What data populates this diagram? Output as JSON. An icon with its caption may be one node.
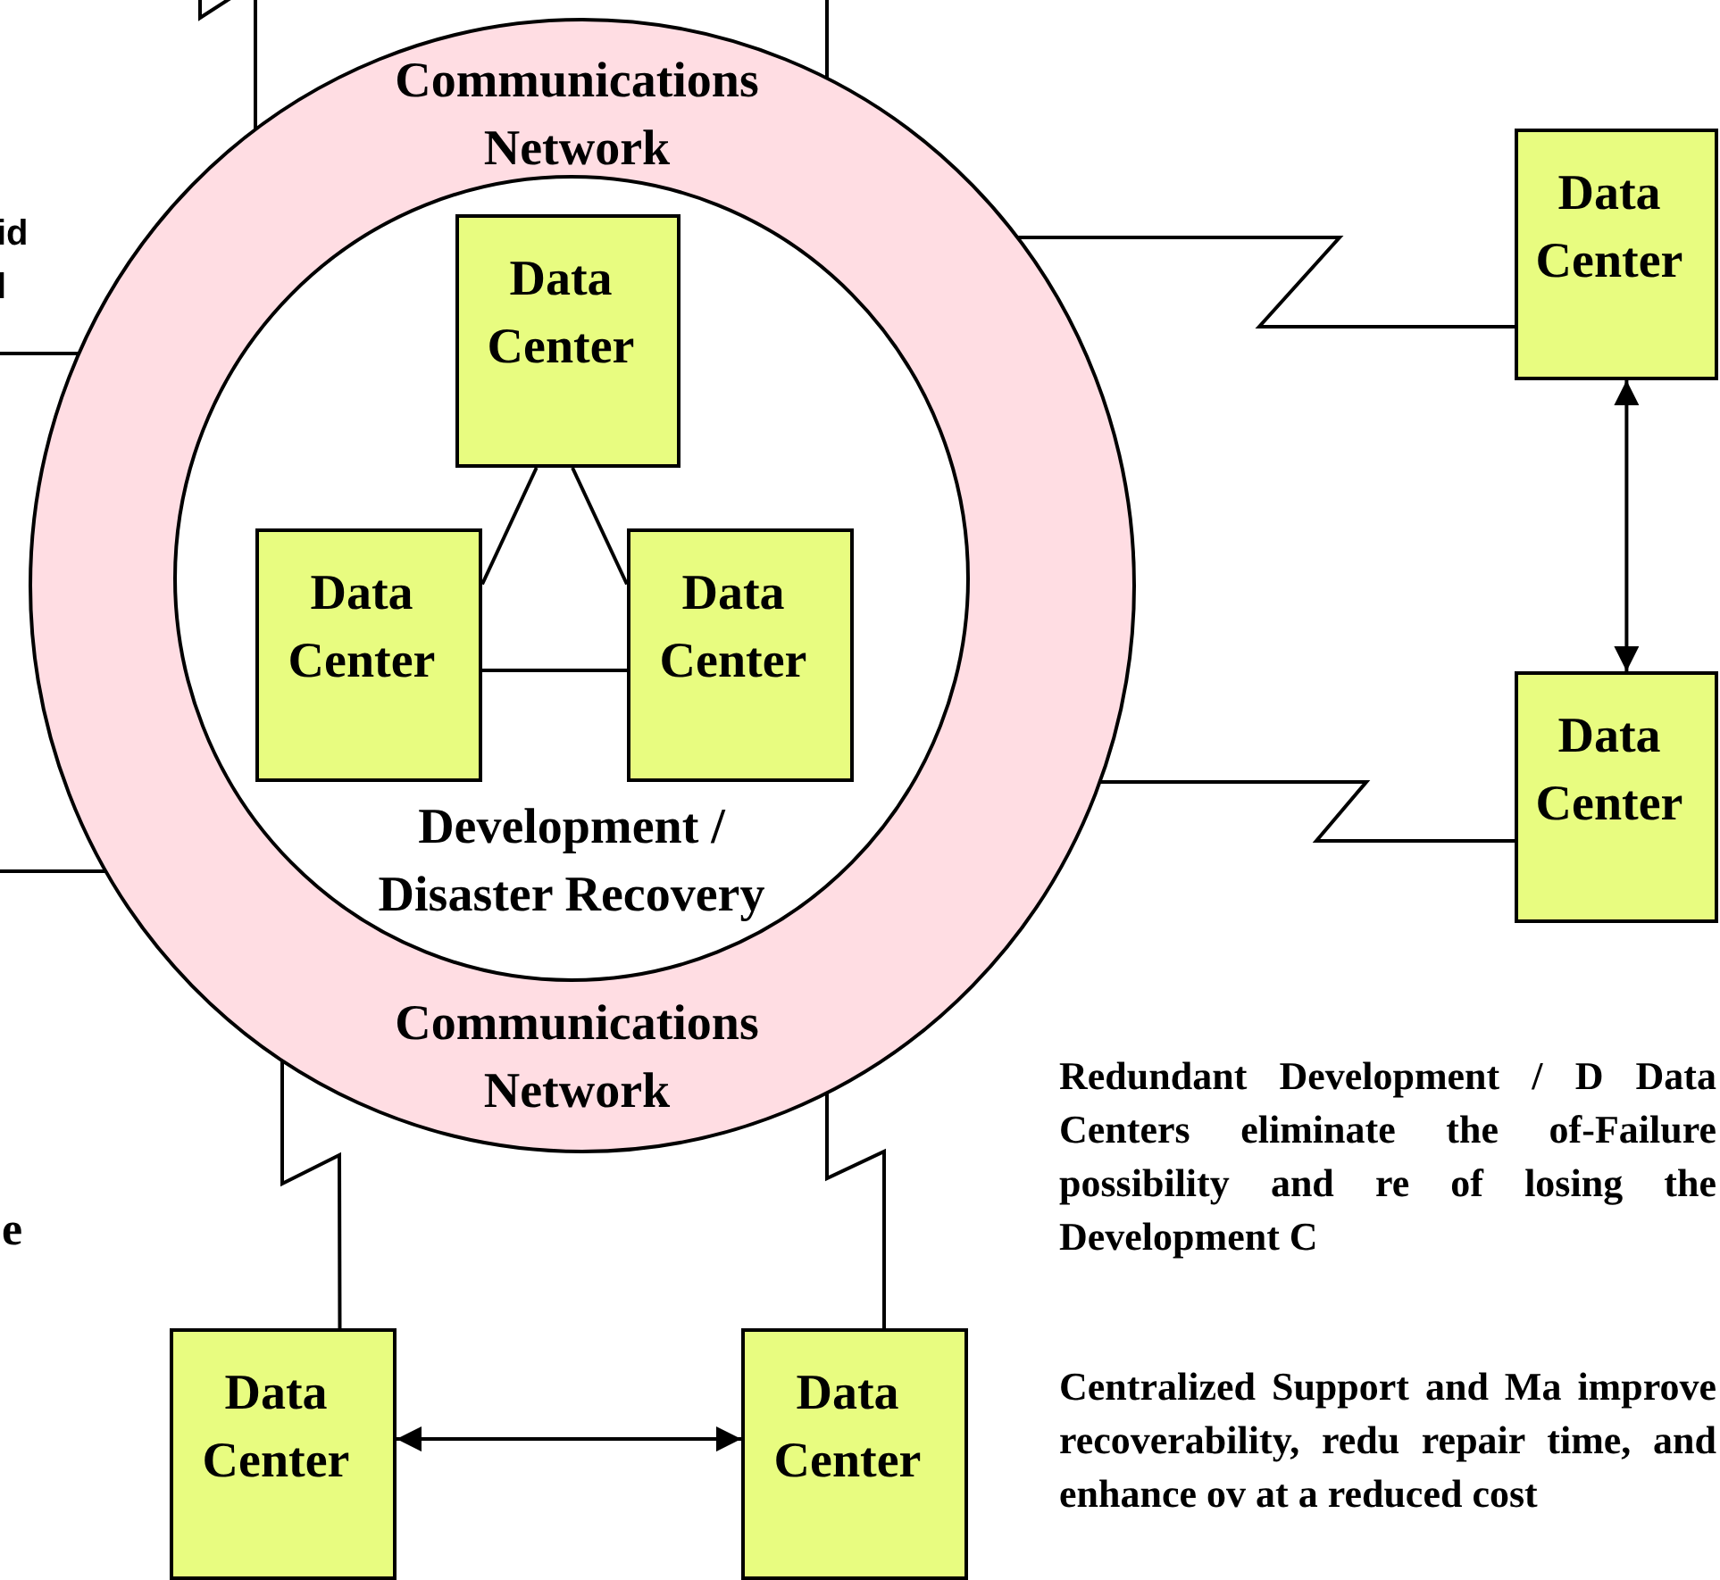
{
  "diagram": {
    "nodes": [
      {
        "text": [
          "Communications Network",
          "Communications Network"
        ]
      },
      {
        "text": [
          "Development / Disaster Recovery"
        ],
        "in": 0
      },
      {
        "text": [
          "Data Center"
        ],
        "in": 1
      },
      {
        "text": [
          "Data Center"
        ],
        "in": 1
      },
      {
        "text": [
          "Data Center"
        ],
        "in": 1
      },
      {
        "text": [
          "Data Center"
        ]
      },
      {
        "text": [
          "Data Center"
        ]
      },
      {
        "text": [
          "Data Center"
        ]
      },
      {
        "text": [
          "Data Center"
        ]
      }
    ],
    "edges": [
      {
        "from": 2,
        "to": 3,
        "arrow": "none"
      },
      {
        "from": 2,
        "to": 4,
        "arrow": "none"
      },
      {
        "from": 3,
        "to": 4,
        "arrow": "none"
      },
      {
        "from": 0,
        "to": 5,
        "arrow": "none"
      },
      {
        "from": 0,
        "to": 6,
        "arrow": "none"
      },
      {
        "from": 5,
        "to": 6,
        "arrow": "both"
      },
      {
        "from": 0,
        "to": 7,
        "arrow": "none"
      },
      {
        "from": 0,
        "to": 8,
        "arrow": "none"
      },
      {
        "from": 7,
        "to": 8,
        "arrow": "both"
      },
      {
        "from": 0,
        "to": null,
        "arrow": "none"
      },
      {
        "from": 0,
        "to": null,
        "arrow": "none"
      },
      {
        "from": 0,
        "to": null,
        "arrow": "none"
      },
      {
        "from": 0,
        "to": null,
        "arrow": "none"
      }
    ],
    "labels": [
      "id",
      "l",
      "e",
      "Redundant Development / D Data Centers eliminate the of-Failure possibility and re of losing the Development C",
      "Centralized Support and Ma improve recoverability, redu repair time, and enhance ov at a reduced cost"
    ]
  }
}
